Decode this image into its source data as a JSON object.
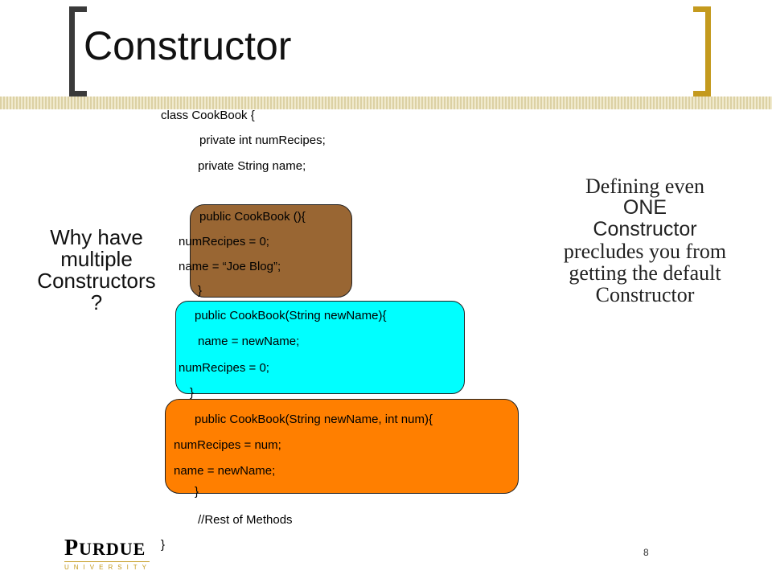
{
  "slide": {
    "title": "Constructor",
    "page_number": "8"
  },
  "code": {
    "line1": "class CookBook {",
    "line2": "private int numRecipes;",
    "line3": "private String name;",
    "line4": "public CookBook (){",
    "line5": "numRecipes = 0;",
    "line6": "name = “Joe Blog”;",
    "line7": "}",
    "line8": "public CookBook(String newName){",
    "line9": "name = newName;",
    "line10": "numRecipes = 0;",
    "line11": "}",
    "line12": "public CookBook(String newName, int num){",
    "line13": "numRecipes = num;",
    "line14": "name = newName;",
    "line15": "}",
    "line16": "//Rest of Methods",
    "line17": "}"
  },
  "left_note": {
    "line1": "Why have",
    "line2": "multiple",
    "line3": "Constructors",
    "line4": "?"
  },
  "right_note": {
    "part1": "Defining even",
    "part2": "ONE",
    "part3": "Constructor",
    "part4": "precludes you from getting the default Constructor"
  },
  "logo": {
    "first_letter": "P",
    "rest": "URDUE",
    "sub": "UNIVERSITY"
  },
  "colors": {
    "brown_box": "#996633",
    "cyan_box": "#00ffff",
    "orange_box": "#ff7f00",
    "accent_gold": "#c49a1e"
  }
}
